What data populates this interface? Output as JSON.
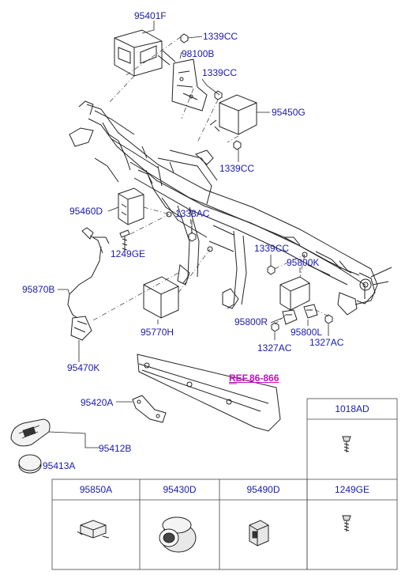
{
  "ref_label": "REF.86-866",
  "callouts": [
    {
      "id": "95401F",
      "text": "95401F"
    },
    {
      "id": "1339CC_a",
      "text": "1339CC"
    },
    {
      "id": "98100B",
      "text": "98100B"
    },
    {
      "id": "1339CC_b",
      "text": "1339CC"
    },
    {
      "id": "95450G",
      "text": "95450G"
    },
    {
      "id": "1339CC_c",
      "text": "1339CC"
    },
    {
      "id": "95460D",
      "text": "95460D"
    },
    {
      "id": "1338AC",
      "text": "1338AC"
    },
    {
      "id": "1249GE",
      "text": "1249GE"
    },
    {
      "id": "1339CC_d",
      "text": "1339CC"
    },
    {
      "id": "95800K",
      "text": "95800K"
    },
    {
      "id": "95870B",
      "text": "95870B"
    },
    {
      "id": "95800R",
      "text": "95800R"
    },
    {
      "id": "95800L",
      "text": "95800L"
    },
    {
      "id": "95770H",
      "text": "95770H"
    },
    {
      "id": "1327AC_a",
      "text": "1327AC"
    },
    {
      "id": "1327AC_b",
      "text": "1327AC"
    },
    {
      "id": "95470K",
      "text": "95470K"
    },
    {
      "id": "95420A",
      "text": "95420A"
    },
    {
      "id": "95412B",
      "text": "95412B"
    },
    {
      "id": "95413A",
      "text": "95413A"
    }
  ],
  "parts_table": {
    "side_cells": [
      "1018AD",
      "1249GE"
    ],
    "bottom_cells": [
      "95850A",
      "95430D",
      "95490D"
    ]
  }
}
